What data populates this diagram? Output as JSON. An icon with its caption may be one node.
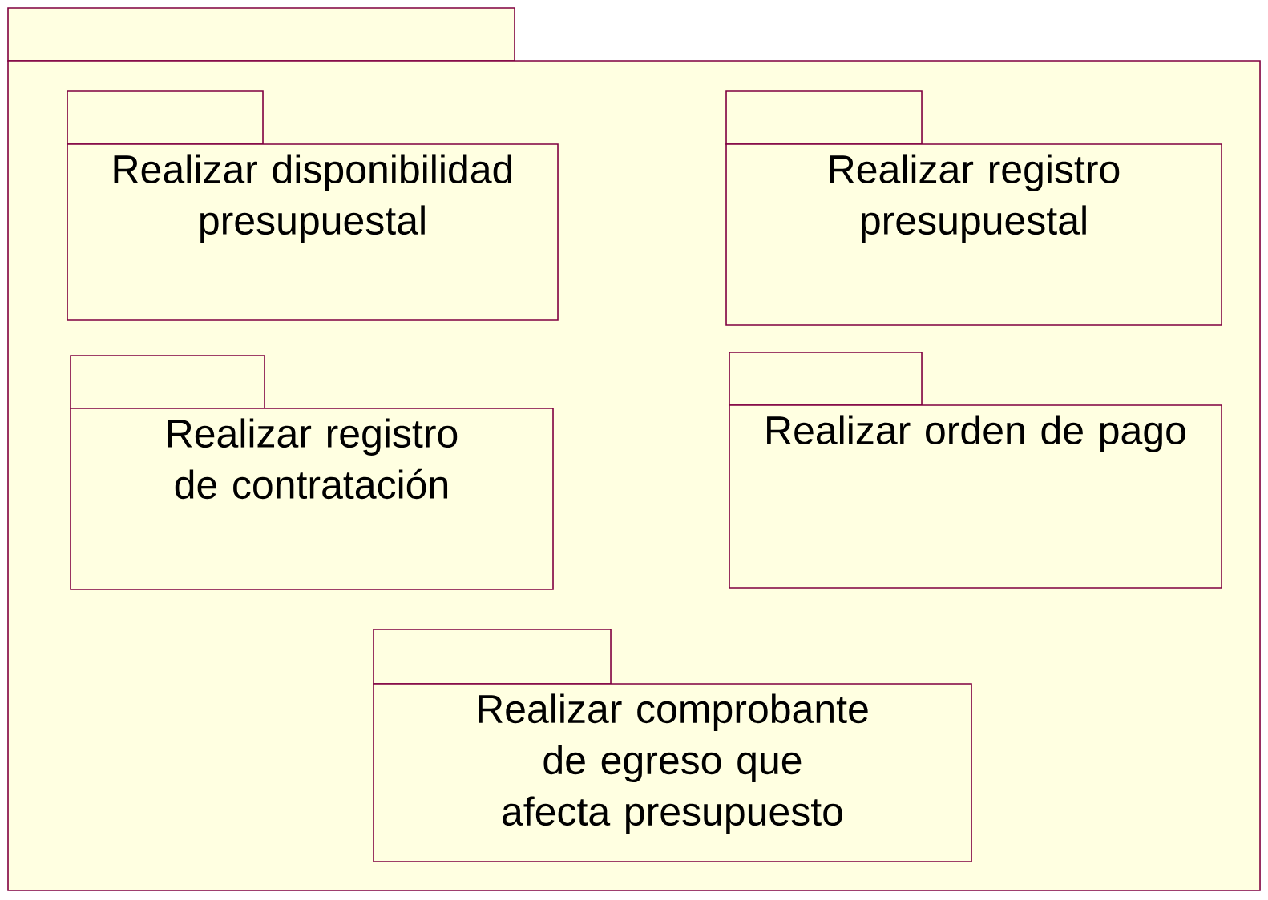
{
  "diagram": {
    "nodes": [
      {
        "text": [],
        "shape": "box"
      },
      {
        "text": [
          "Realizar disponibilidad presupuestal"
        ],
        "in": 0
      },
      {
        "text": [
          "Realizar registro presupuestal"
        ],
        "in": 0
      },
      {
        "text": [
          "Realizar registro de contratación"
        ],
        "in": 0
      },
      {
        "text": [
          "Realizar orden de pago"
        ],
        "in": 0
      },
      {
        "text": [
          "Realizar comprobante de egreso que afecta presupuesto"
        ],
        "in": 0
      }
    ]
  }
}
